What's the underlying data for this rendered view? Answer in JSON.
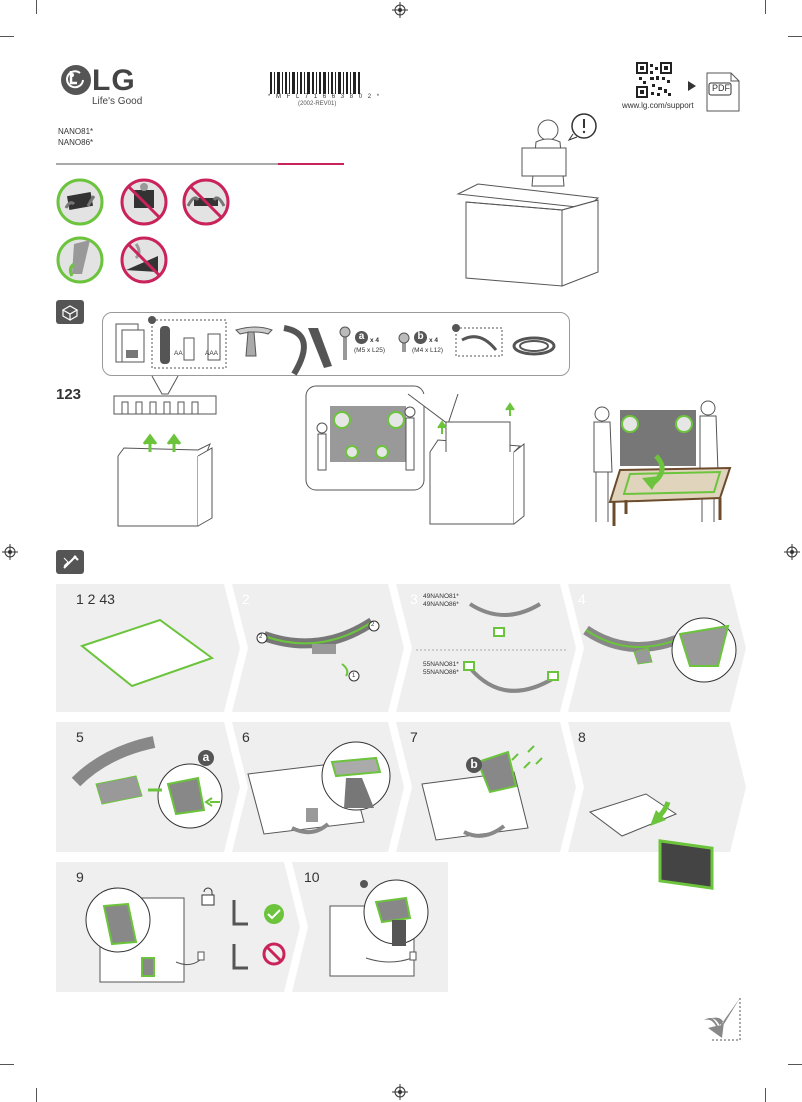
{
  "header": {
    "brand_logo": "LG",
    "brand_tagline": "Life's Good",
    "barcode_number": "* M F L 7 1 6 6 3 8 0 2 *",
    "barcode_revision": "(2002-REV01)",
    "support_url": "www.lg.com/support",
    "pdf_label": "PDF",
    "models": [
      "NANO81*",
      "NANO86*"
    ]
  },
  "accessories": {
    "battery_aa": "AA",
    "battery_aaa": "AAA",
    "screw_a_count": "x 4",
    "screw_a_size": "(M5 x L25)",
    "screw_b_count": "x 4",
    "screw_b_size": "(M4 x L12)",
    "screw_a_letter": "a",
    "screw_b_letter": "b"
  },
  "section_unpack": {
    "step_label": "123"
  },
  "steps": {
    "row1_label": "1 2 43",
    "s2": "2",
    "s3": "3",
    "s4": "4",
    "s3_models_top": [
      "49NANO81*",
      "49NANO86*"
    ],
    "s3_models_bottom": [
      "55NANO81*",
      "55NANO86*"
    ],
    "s5": "5",
    "s6": "6",
    "s7": "7",
    "s8": "8",
    "s9": "9",
    "s10": "10",
    "callout_1": "1",
    "callout_2": "2"
  },
  "colors": {
    "accent_green": "#6bc43c",
    "prohibit_red": "#c9235a",
    "panel_gray": "#efefef"
  }
}
